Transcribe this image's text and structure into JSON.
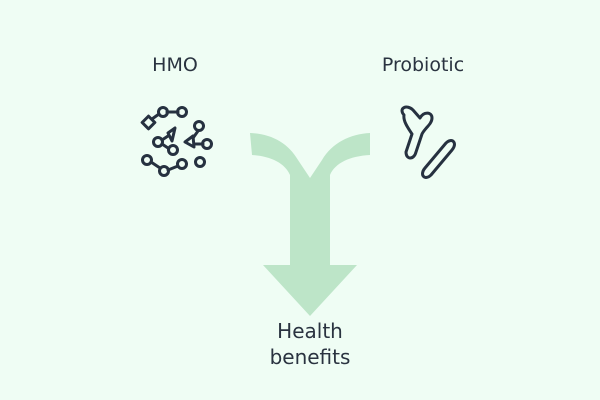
{
  "diagram": {
    "inputs": [
      {
        "label": "HMO",
        "icon": "molecule-cluster-icon"
      },
      {
        "label": "Probiotic",
        "icon": "bacteria-icon"
      }
    ],
    "output": {
      "line1": "Health",
      "line2": "benefits"
    },
    "connector": "merge-arrow-down"
  },
  "colors": {
    "background": "#effdf4",
    "arrow": "#bde5c8",
    "icon_stroke": "#263140",
    "text": "#2a3340"
  }
}
